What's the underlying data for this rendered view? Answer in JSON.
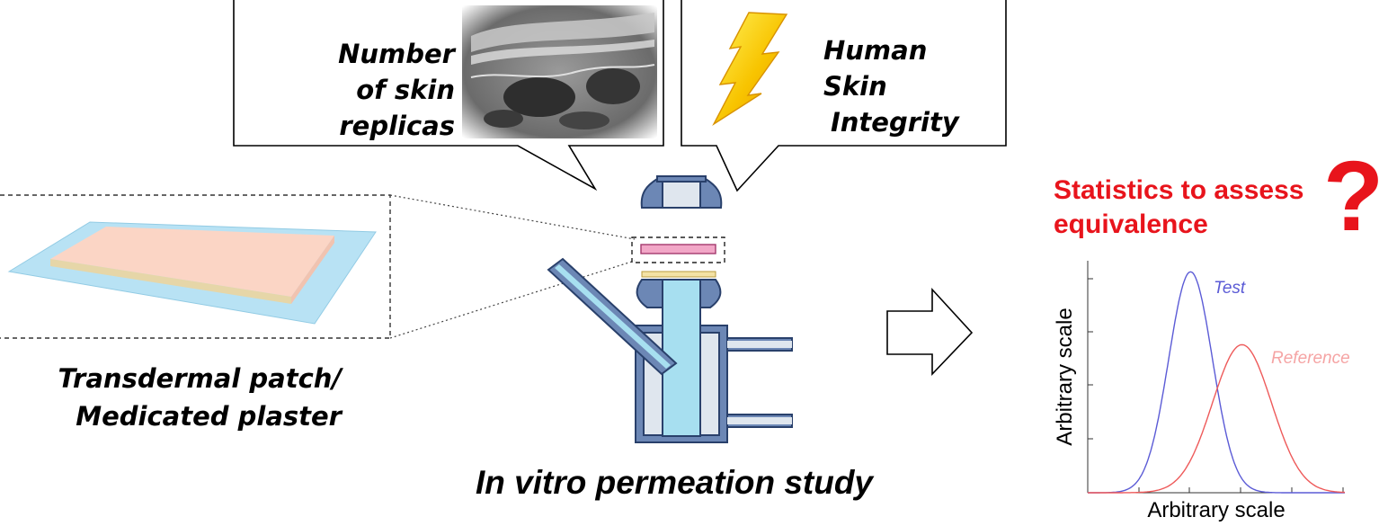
{
  "callouts": {
    "replicas": {
      "line1": "Number",
      "line2": "of skin replicas"
    },
    "integrity": {
      "line1": "Human Skin",
      "line2": "Integrity"
    }
  },
  "patch": {
    "line1": "Transdermal patch/",
    "line2": "Medicated plaster"
  },
  "study": {
    "title": "In vitro permeation study"
  },
  "stats": {
    "line1": "Statistics to assess",
    "line2": "equivalence",
    "question": "?"
  },
  "colors": {
    "accent_red": "#e8141c",
    "test_blue": "#5b5bd6",
    "reference_red": "#ee5a5a",
    "cell_blue": "#a7dff0",
    "cell_slate": "#6c87b5"
  },
  "icons": [
    "lightning-bolt-icon",
    "skin-micrograph-image",
    "right-arrow-icon"
  ],
  "chart_data": {
    "type": "line",
    "xlabel": "Arbitrary scale",
    "ylabel": "Arbitrary scale",
    "x_ticks_labeled": false,
    "y_ticks_labeled": false,
    "grid": false,
    "series": [
      {
        "name": "Test",
        "color": "#5b5bd6",
        "shape": "normal",
        "mean": 0.4,
        "sd": 0.085,
        "peak": 1.0
      },
      {
        "name": "Reference",
        "color": "#ee5a5a",
        "shape": "normal",
        "mean": 0.6,
        "sd": 0.115,
        "peak": 0.67
      }
    ],
    "xlim": [
      0,
      1
    ],
    "ylim": [
      0,
      1.05
    ]
  }
}
